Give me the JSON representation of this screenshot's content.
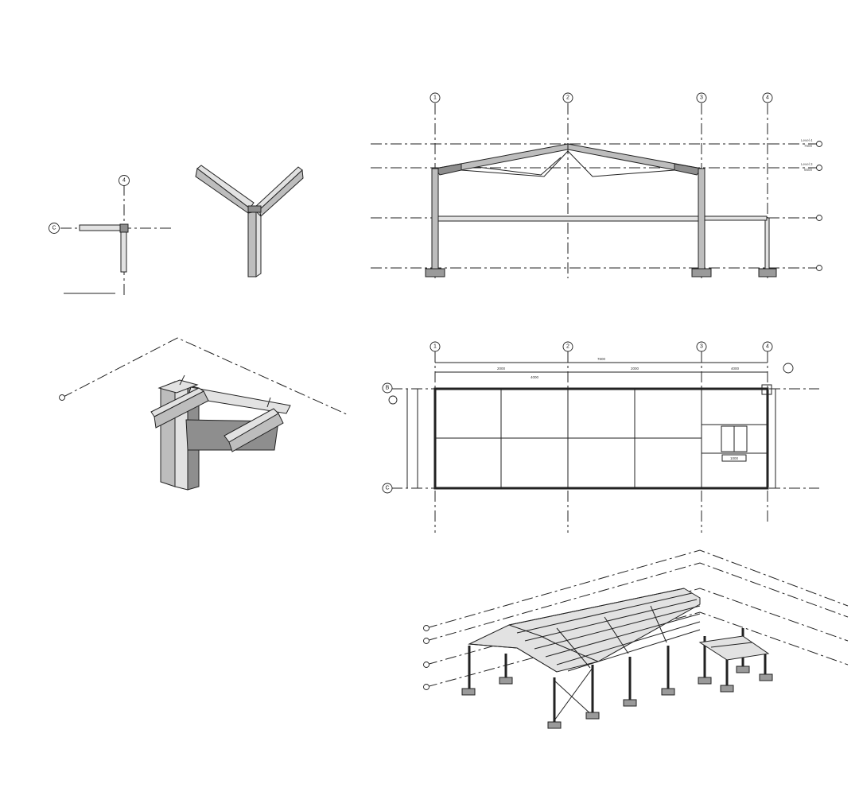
{
  "views": {
    "plan_detail": {
      "grid_a": "4",
      "grid_b": "C"
    },
    "elevation": {
      "grids": [
        "1",
        "2",
        "3",
        "4"
      ],
      "levels": [
        "Level 4",
        "Level 3",
        "",
        ""
      ],
      "level_values": [
        "7600",
        "6600",
        "",
        ""
      ]
    },
    "floor_plan": {
      "grids": [
        "1",
        "2",
        "3",
        "4"
      ],
      "row_grids": [
        "B",
        "C"
      ],
      "overall_dim": "7600",
      "bay_dims": [
        "2000",
        "4000",
        "2000",
        "4000"
      ],
      "opening_dim": "1000"
    }
  },
  "colors": {
    "steel": "#bdbdbd",
    "steel_dark": "#8e8e8e",
    "line": "#222222"
  }
}
